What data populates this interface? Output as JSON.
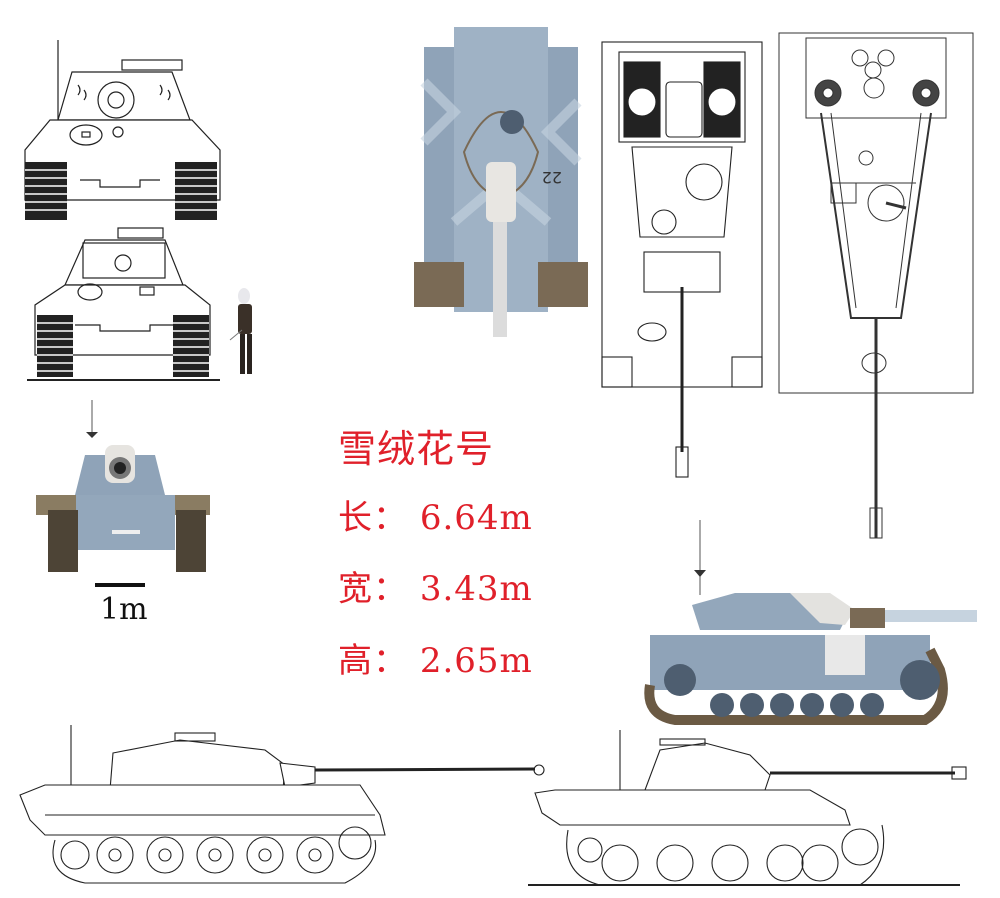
{
  "title": "雪绒花号",
  "specs": {
    "length": {
      "label": "长",
      "sep": "：",
      "value": "6.64m"
    },
    "width": {
      "label": "宽",
      "sep": "：",
      "value": "3.43m"
    },
    "height": {
      "label": "高",
      "sep": "：",
      "value": "2.65m"
    }
  },
  "scale_bar": {
    "label": "1m"
  },
  "colors": {
    "spec_text": "#e0202a",
    "camo_blue": "#8fa3b8",
    "camo_light": "#c6d3df",
    "track_brown": "#6b5a44",
    "line_art": "#222222"
  },
  "views": [
    {
      "id": "king-tiger-front",
      "style": "line-drawing"
    },
    {
      "id": "panther-front",
      "style": "line-drawing"
    },
    {
      "id": "character-figure",
      "style": "illustration"
    },
    {
      "id": "edelweiss-top",
      "style": "camouflage-render"
    },
    {
      "id": "king-tiger-top",
      "style": "line-drawing"
    },
    {
      "id": "panther-top",
      "style": "line-drawing"
    },
    {
      "id": "edelweiss-front",
      "style": "camouflage-render"
    },
    {
      "id": "edelweiss-side",
      "style": "camouflage-render"
    },
    {
      "id": "king-tiger-side",
      "style": "line-drawing"
    },
    {
      "id": "panther-side",
      "style": "line-drawing"
    }
  ]
}
